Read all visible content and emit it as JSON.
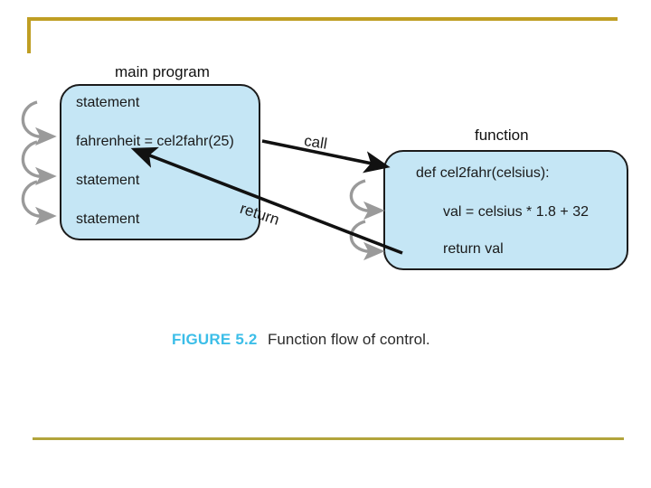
{
  "figure": {
    "number_label": "FIGURE 5.2",
    "caption": "Function flow of control.",
    "number_color": "#3CBEE8",
    "caption_color": "#2b2b2b"
  },
  "frame": {
    "top_rule_color": "#BF9E23",
    "bottom_rule_color": "#B2A43C"
  },
  "diagram": {
    "box_fill": "#C5E6F5",
    "box_stroke": "#1b1b1b",
    "flow_arrow_color": "#9a9a9a",
    "call_arrow_color": "#111111",
    "main_program": {
      "label": "main program",
      "lines": [
        "statement",
        "fahrenheit = cel2fahr(25)",
        "statement",
        "statement"
      ]
    },
    "function": {
      "label": "function",
      "lines": [
        "def cel2fahr(celsius):",
        "val = celsius * 1.8 + 32",
        "return val"
      ]
    },
    "edges": [
      {
        "name": "call",
        "label": "call"
      },
      {
        "name": "return",
        "label": "return"
      }
    ]
  }
}
